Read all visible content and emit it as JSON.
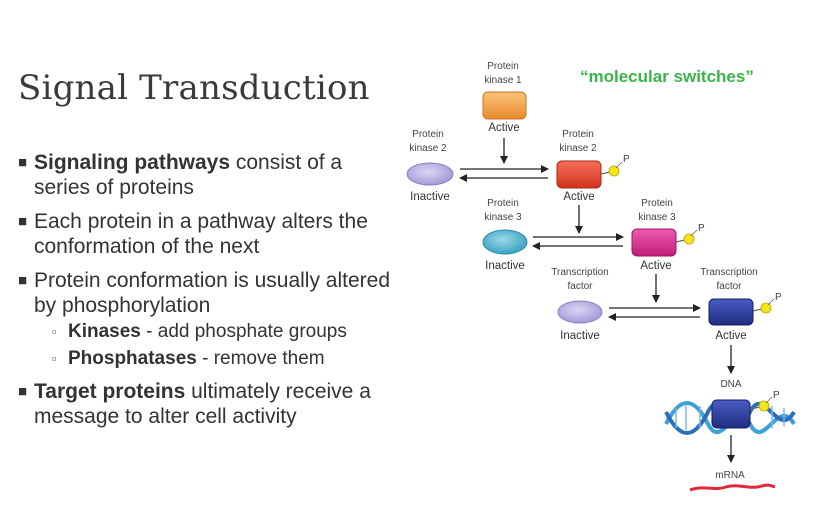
{
  "title": "Signal Transduction",
  "quote": "“molecular switches”",
  "bullets": [
    {
      "bold": "Signaling pathways",
      "rest": " consist of a series of proteins"
    },
    {
      "bold": "",
      "rest": "Each protein in a pathway alters the conformation of the next"
    },
    {
      "bold": "",
      "rest": "Protein conformation is usually altered by phosphorylation"
    }
  ],
  "subbullets": [
    {
      "bold": "Kinases",
      "rest": " - add phosphate groups"
    },
    {
      "bold": "Phosphatases",
      "rest": " - remove them"
    }
  ],
  "last_bullet": {
    "bold": "Target proteins",
    "rest": " ultimately receive a message to alter cell activity"
  },
  "diagram": {
    "pk1": [
      "Protein",
      "kinase 1"
    ],
    "pk1_state": "Active",
    "pk2_left": [
      "Protein",
      "kinase 2"
    ],
    "pk2_left_state": "Inactive",
    "pk2_right": [
      "Protein",
      "kinase 2"
    ],
    "pk2_right_state": "Active",
    "pk3_left": [
      "Protein",
      "kinase 3"
    ],
    "pk3_left_state": "Inactive",
    "pk3_right": [
      "Protein",
      "kinase 3"
    ],
    "pk3_right_state": "Active",
    "tf_left": [
      "Transcription",
      "factor"
    ],
    "tf_left_state": "Inactive",
    "tf_right": [
      "Transcription",
      "factor"
    ],
    "tf_right_state": "Active",
    "phosphate": "P",
    "dna": "DNA",
    "mrna": "mRNA"
  },
  "colors": {
    "pk1": "#f5a04a",
    "pk2_inactive": "#b9b1e3",
    "pk2_active": "#e8452c",
    "pk3_inactive": "#56b8d1",
    "pk3_active": "#d82a8c",
    "tf_inactive": "#bdb6e6",
    "tf_active": "#2f3f9e",
    "phosphate": "#f5e61a",
    "quote": "#3bb54a"
  }
}
